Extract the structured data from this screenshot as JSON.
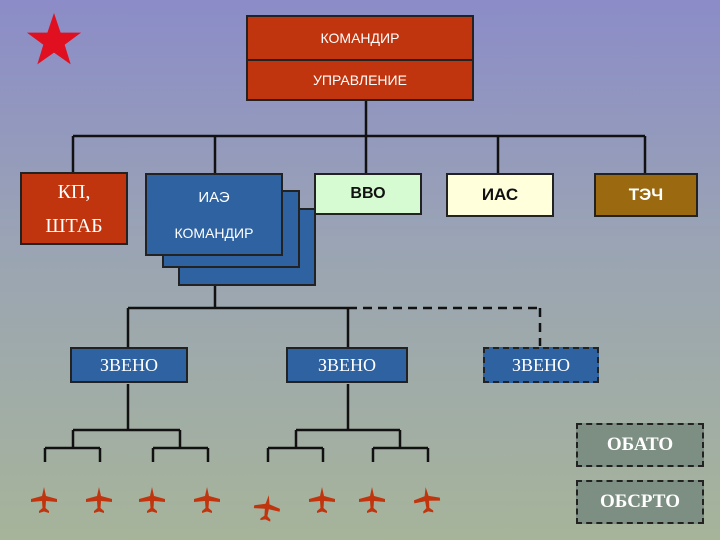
{
  "colors": {
    "commander": "#c0350e",
    "kp": "#c0350e",
    "iae": "#2f62a0",
    "vvo": "#d6fbd2",
    "ias": "#ffffdc",
    "tech": "#9b6a10",
    "zveno": "#2f62a0",
    "star": "#e01020",
    "plane": "#c0350e",
    "dashed_box": "#7d8f82"
  },
  "commander": {
    "line1": "КОМАНДИР",
    "line2": "УПРАВЛЕНИЕ"
  },
  "departments": {
    "kp": {
      "line1": "КП,",
      "line2": "ШТАБ"
    },
    "iae": {
      "line1": "ИАЭ",
      "line2": "КОМАНДИР"
    },
    "vvo": {
      "label": "ВВО"
    },
    "ias": {
      "label": "ИАС"
    },
    "tech": {
      "label": "ТЭЧ"
    }
  },
  "zveno": [
    {
      "label": "ЗВЕНО"
    },
    {
      "label": "ЗВЕНО"
    },
    {
      "label": "ЗВЕНО"
    }
  ],
  "support_units": [
    {
      "label": "ОБАТО"
    },
    {
      "label": "ОБСРТО"
    }
  ],
  "icons": {
    "emblem": "red-star-icon",
    "aircraft": "airplane-icon"
  }
}
